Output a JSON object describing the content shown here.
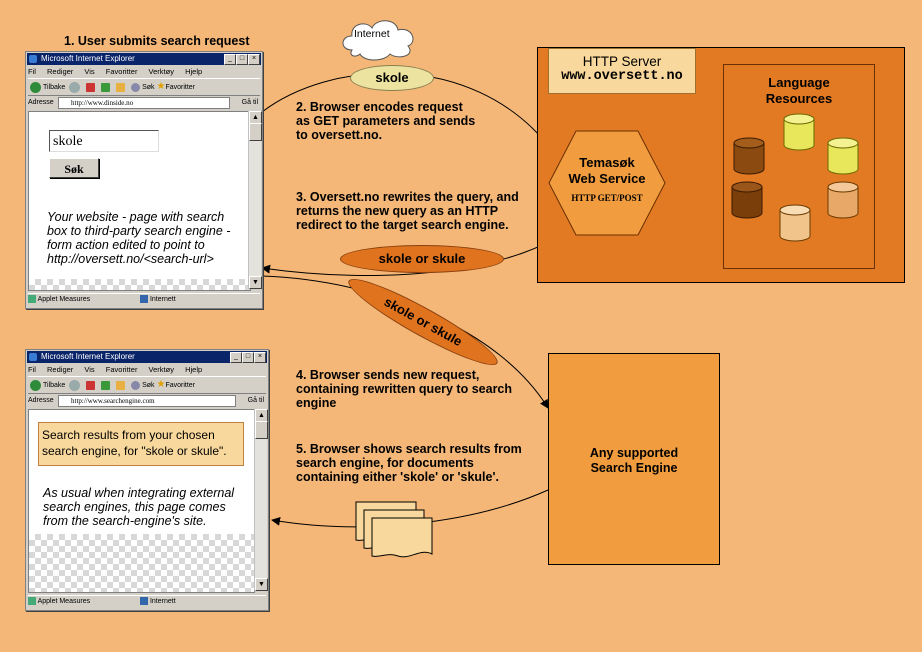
{
  "steps": {
    "s1": "1. User submits search request",
    "s2_l1": "2. Browser encodes request",
    "s2_l2": "as GET parameters and sends",
    "s2_l3": "to oversett.no.",
    "s3_l1": "3. Oversett.no rewrites the query, and",
    "s3_l2": "returns the new query as an HTTP",
    "s3_l3": "redirect to the target search engine.",
    "s4_l1": "4. Browser sends new request,",
    "s4_l2": "containing rewritten query to search",
    "s4_l3": "engine",
    "s5_l1": "5. Browser shows search results from",
    "s5_l2": "search engine, for documents",
    "s5_l3": "containing either 'skole' or 'skule'."
  },
  "internet_cloud": "Internet",
  "query_labels": {
    "skole": "skole",
    "redirect": "skole or skule",
    "new_request": "skole or skule"
  },
  "server": {
    "title_l1": "HTTP Server",
    "title_l2": "www.oversett.no",
    "service_l1": "Temasøk",
    "service_l2": "Web Service",
    "service_l3": "HTTP GET/POST",
    "resources_l1": "Language",
    "resources_l2": "Resources"
  },
  "search_engine": {
    "l1": "Any supported",
    "l2": "Search Engine"
  },
  "browser1": {
    "title": "Microsoft Internet Explorer",
    "menu": [
      "Fil",
      "Rediger",
      "Vis",
      "Favoritter",
      "Verktøy",
      "Hjelp"
    ],
    "back": "Tilbake",
    "search": "Søk",
    "favorites": "Favoritter",
    "address_label": "Adresse",
    "address": "http://www.dinside.no",
    "go": "Gå til",
    "search_value": "skole",
    "search_button": "Søk",
    "desc_l1": "Your website - page with search",
    "desc_l2": "box to third-party search engine -",
    "desc_l3": "form action edited to point to",
    "desc_l4": "http://oversett.no/<search-url>",
    "status_left": "Applet Measures",
    "status_right": "Internett"
  },
  "browser2": {
    "title": "Microsoft Internet Explorer",
    "menu": [
      "Fil",
      "Rediger",
      "Vis",
      "Favoritter",
      "Verktøy",
      "Hjelp"
    ],
    "back": "Tilbake",
    "search": "Søk",
    "favorites": "Favoritter",
    "address_label": "Adresse",
    "address": "http://www.searchengine.com",
    "go": "Gå til",
    "result_l1": "Search results from your chosen",
    "result_l2": "search engine, for \"skole or skule\".",
    "desc_l1": "As usual when integrating external",
    "desc_l2": "search engines, this page comes",
    "desc_l3": "from the search-engine's site.",
    "status_left": "Applet Measures",
    "status_right": "Internett"
  },
  "colors": {
    "background": "#f4b777",
    "server_box": "#e27a24",
    "server_title_box": "#f8d89c",
    "search_engine_box": "#f19c3e",
    "query_ellipse": "#e0731e",
    "skole_ellipse": "#ede3a0"
  }
}
